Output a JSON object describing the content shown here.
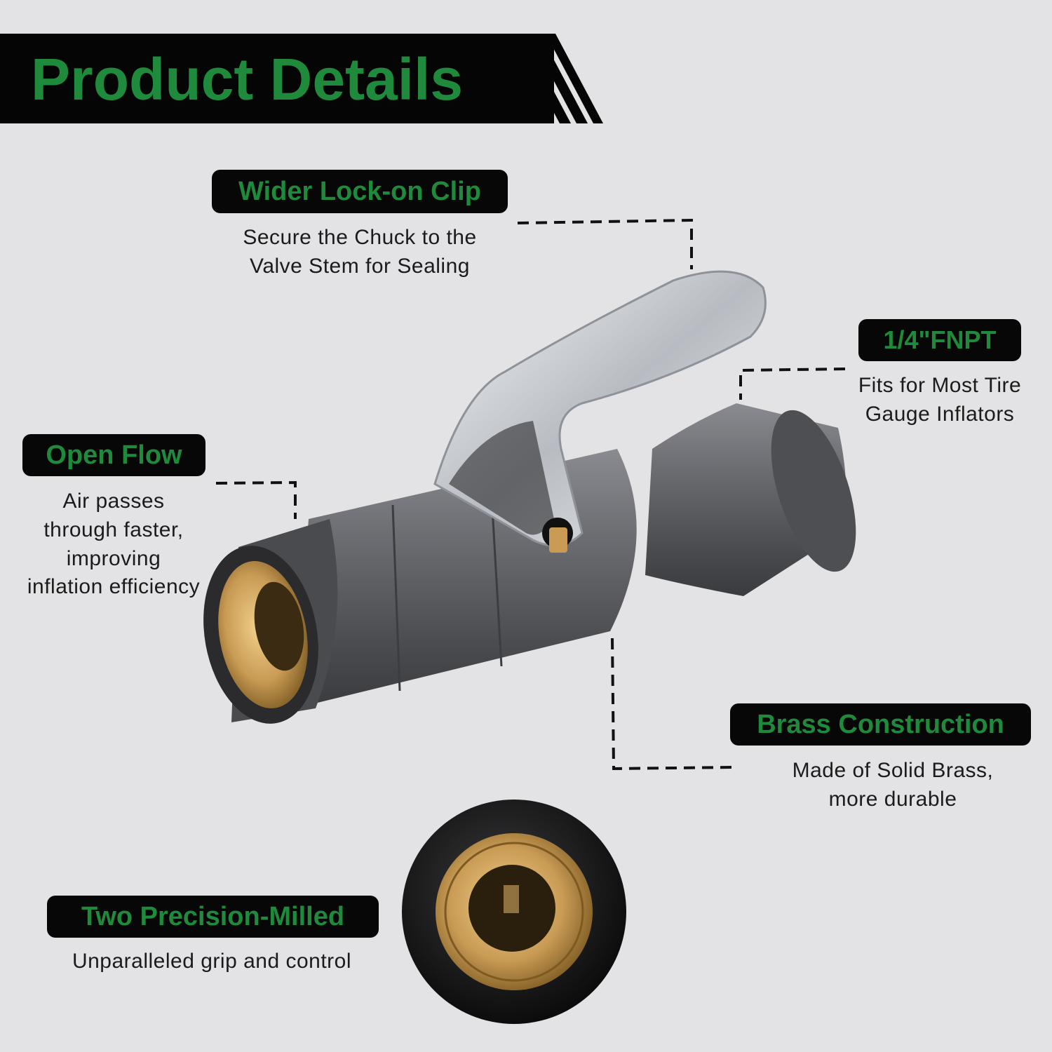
{
  "header": {
    "title": "Product Details"
  },
  "features": {
    "lock_clip": {
      "label": "Wider Lock-on Clip",
      "line1": "Secure the Chuck to the",
      "line2": "Valve Stem for Sealing"
    },
    "fnpt": {
      "label": "1/4\"FNPT",
      "line1": "Fits for Most Tire",
      "line2": "Gauge Inflators"
    },
    "open_flow": {
      "label": "Open Flow",
      "line1": "Air passes",
      "line2": "through faster,",
      "line3": "improving",
      "line4": "inflation efficiency"
    },
    "brass": {
      "label": "Brass Construction",
      "line1": "Made of Solid Brass,",
      "line2": "more durable"
    },
    "milled": {
      "label": "Two Precision-Milled",
      "line1": "Unparalleled grip and control"
    }
  },
  "colors": {
    "background": "#e3e3e5",
    "band": "#050505",
    "accent_green": "#1f8a3b",
    "body_metal": "#5a5b5f",
    "brass": "#c99b55",
    "chrome": "#d9dce0"
  }
}
